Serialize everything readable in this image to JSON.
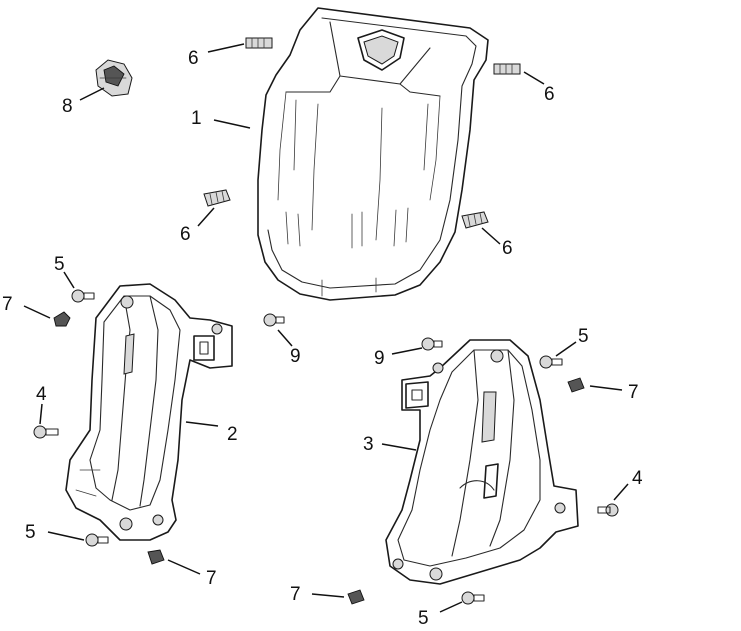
{
  "diagram": {
    "callouts": [
      {
        "id": "c1",
        "label": "1"
      },
      {
        "id": "c2",
        "label": "2"
      },
      {
        "id": "c3",
        "label": "3"
      },
      {
        "id": "c4a",
        "label": "4"
      },
      {
        "id": "c4b",
        "label": "4"
      },
      {
        "id": "c5a",
        "label": "5"
      },
      {
        "id": "c5b",
        "label": "5"
      },
      {
        "id": "c5c",
        "label": "5"
      },
      {
        "id": "c5d",
        "label": "5"
      },
      {
        "id": "c6a",
        "label": "6"
      },
      {
        "id": "c6b",
        "label": "6"
      },
      {
        "id": "c6c",
        "label": "6"
      },
      {
        "id": "c6d",
        "label": "6"
      },
      {
        "id": "c7a",
        "label": "7"
      },
      {
        "id": "c7b",
        "label": "7"
      },
      {
        "id": "c7c",
        "label": "7"
      },
      {
        "id": "c7d",
        "label": "7"
      },
      {
        "id": "c8",
        "label": "8"
      },
      {
        "id": "c9a",
        "label": "9"
      },
      {
        "id": "c9b",
        "label": "9"
      }
    ]
  }
}
